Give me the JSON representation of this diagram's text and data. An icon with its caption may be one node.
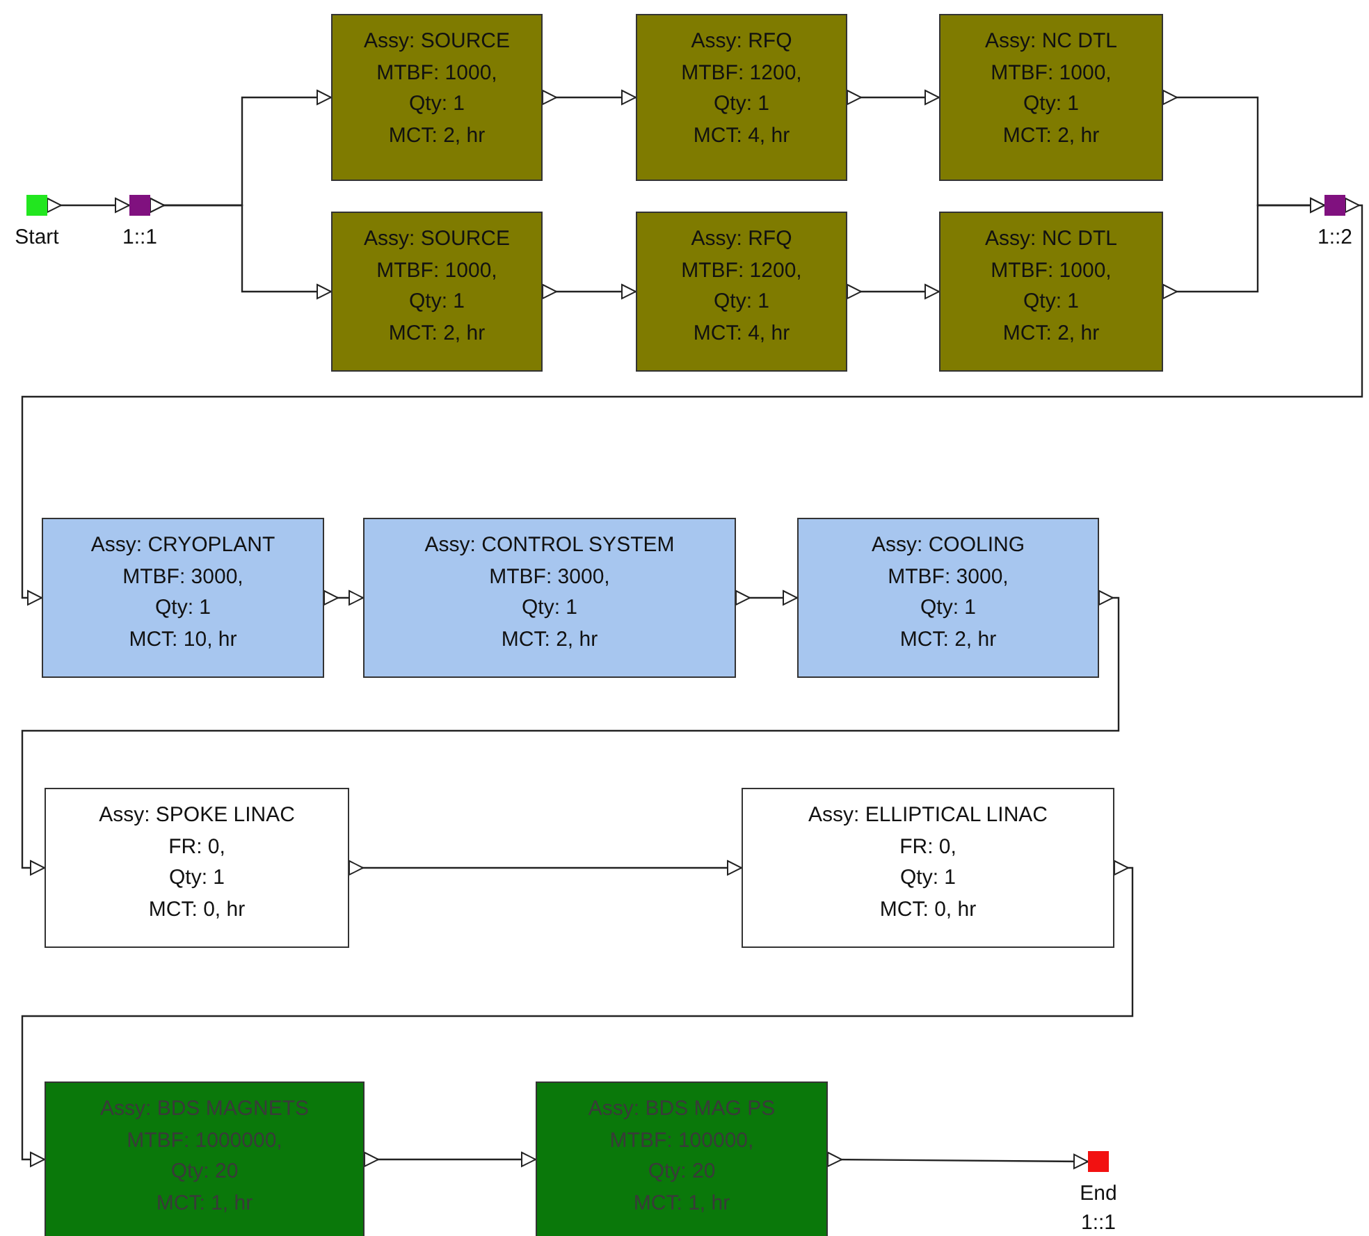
{
  "diagram": {
    "nodes": [
      {
        "text": [
          "Start"
        ]
      },
      {
        "text": [
          "1::1"
        ]
      },
      {
        "text": [
          "Assy: SOURCE",
          "MTBF: 1000,",
          "Qty: 1",
          "MCT: 2, hr"
        ]
      },
      {
        "text": [
          "Assy: RFQ",
          "MTBF: 1200,",
          "Qty: 1",
          "MCT: 4, hr"
        ]
      },
      {
        "text": [
          "Assy: NC DTL",
          "MTBF: 1000,",
          "Qty: 1",
          "MCT: 2, hr"
        ]
      },
      {
        "text": [
          "Assy: SOURCE",
          "MTBF: 1000,",
          "Qty: 1",
          "MCT: 2, hr"
        ]
      },
      {
        "text": [
          "Assy: RFQ",
          "MTBF: 1200,",
          "Qty: 1",
          "MCT: 4, hr"
        ]
      },
      {
        "text": [
          "Assy: NC DTL",
          "MTBF: 1000,",
          "Qty: 1",
          "MCT: 2, hr"
        ]
      },
      {
        "text": [
          "1::2"
        ]
      },
      {
        "text": [
          "Assy: CRYOPLANT",
          "MTBF: 3000,",
          "Qty: 1",
          "MCT: 10, hr"
        ]
      },
      {
        "text": [
          "Assy: CONTROL SYSTEM",
          "MTBF: 3000,",
          "Qty: 1",
          "MCT: 2, hr"
        ]
      },
      {
        "text": [
          "Assy: COOLING",
          "MTBF: 3000,",
          "Qty: 1",
          "MCT: 2, hr"
        ]
      },
      {
        "text": [
          "Assy: SPOKE LINAC",
          "FR: 0,",
          "Qty: 1",
          "MCT: 0, hr"
        ]
      },
      {
        "text": [
          "Assy: ELLIPTICAL LINAC",
          "FR: 0,",
          "Qty: 1",
          "MCT: 0, hr"
        ]
      },
      {
        "text": [
          "Assy: BDS MAGNETS",
          "MTBF: 1000000,",
          "Qty: 20",
          "MCT: 1, hr"
        ]
      },
      {
        "text": [
          "Assy: BDS MAG PS",
          "MTBF: 100000,",
          "Qty: 20",
          "MCT: 1, hr"
        ]
      },
      {
        "text": [
          "End",
          "1::1"
        ]
      }
    ],
    "edges": [
      {
        "from": 0,
        "to": 1,
        "arrow": "to"
      },
      {
        "from": 1,
        "to": 2,
        "arrow": "to"
      },
      {
        "from": 1,
        "to": 5,
        "arrow": "to"
      },
      {
        "from": 2,
        "to": 3,
        "arrow": "to"
      },
      {
        "from": 3,
        "to": 4,
        "arrow": "to"
      },
      {
        "from": 5,
        "to": 6,
        "arrow": "to"
      },
      {
        "from": 6,
        "to": 7,
        "arrow": "to"
      },
      {
        "from": 4,
        "to": 8,
        "arrow": "to"
      },
      {
        "from": 7,
        "to": 8,
        "arrow": "to"
      },
      {
        "from": 8,
        "to": 9,
        "arrow": "to"
      },
      {
        "from": 9,
        "to": 10,
        "arrow": "to"
      },
      {
        "from": 10,
        "to": 11,
        "arrow": "to"
      },
      {
        "from": 11,
        "to": 12,
        "arrow": "to"
      },
      {
        "from": 12,
        "to": 13,
        "arrow": "to"
      },
      {
        "from": 13,
        "to": 14,
        "arrow": "to"
      },
      {
        "from": 14,
        "to": 15,
        "arrow": "to"
      },
      {
        "from": 15,
        "to": 16,
        "arrow": "to"
      }
    ]
  }
}
